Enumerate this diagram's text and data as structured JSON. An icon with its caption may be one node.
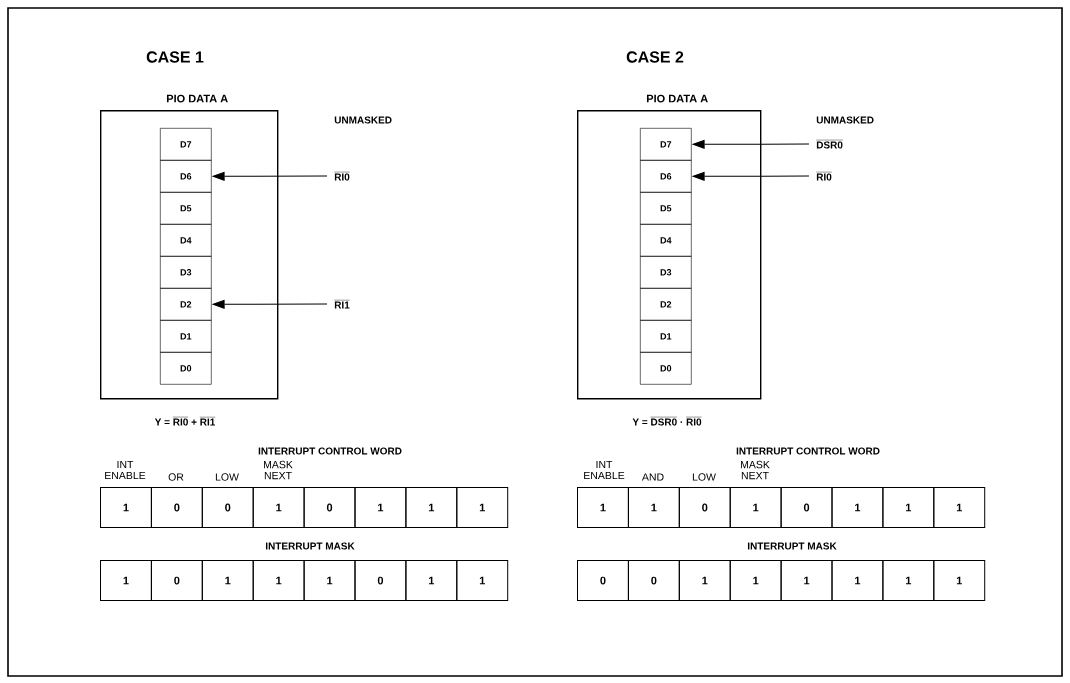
{
  "diagram": {
    "nodes": [
      {
        "text": [
          "PIO DATA A"
        ]
      },
      {
        "text": [
          "D7"
        ],
        "in": 0
      },
      {
        "text": [
          "D6"
        ],
        "in": 0
      },
      {
        "text": [
          "D5"
        ],
        "in": 0
      },
      {
        "text": [
          "D4"
        ],
        "in": 0
      },
      {
        "text": [
          "D3"
        ],
        "in": 0
      },
      {
        "text": [
          "D2"
        ],
        "in": 0
      },
      {
        "text": [
          "D1"
        ],
        "in": 0
      },
      {
        "text": [
          "D0"
        ],
        "in": 0
      },
      {
        "text": [
          "\\overline{\\textbf{RI0}}"
        ]
      },
      {
        "text": [
          "\\overline{\\textbf{RI1}}"
        ]
      },
      {
        "text": [
          "1"
        ]
      },
      {
        "text": [
          "0"
        ]
      },
      {
        "text": [
          "0"
        ]
      },
      {
        "text": [
          "1"
        ]
      },
      {
        "text": [
          "0"
        ]
      },
      {
        "text": [
          "1"
        ]
      },
      {
        "text": [
          "1"
        ]
      },
      {
        "text": [
          "1"
        ]
      },
      {
        "text": [
          "1"
        ]
      },
      {
        "text": [
          "0"
        ]
      },
      {
        "text": [
          "1"
        ]
      },
      {
        "text": [
          "1"
        ]
      },
      {
        "text": [
          "1"
        ]
      },
      {
        "text": [
          "0"
        ]
      },
      {
        "text": [
          "1"
        ]
      },
      {
        "text": [
          "1"
        ]
      },
      {
        "text": [
          "PIO DATA A"
        ]
      },
      {
        "text": [
          "D7"
        ],
        "in": 27
      },
      {
        "text": [
          "D6"
        ],
        "in": 27
      },
      {
        "text": [
          "D5"
        ],
        "in": 27
      },
      {
        "text": [
          "D4"
        ],
        "in": 27
      },
      {
        "text": [
          "D3"
        ],
        "in": 27
      },
      {
        "text": [
          "D2"
        ],
        "in": 27
      },
      {
        "text": [
          "D1"
        ],
        "in": 27
      },
      {
        "text": [
          "D0"
        ],
        "in": 27
      },
      {
        "text": [
          "\\overline{\\textbf{DSR0}}"
        ]
      },
      {
        "text": [
          "\\overline{\\textbf{RI0}}"
        ]
      },
      {
        "text": [
          "1"
        ]
      },
      {
        "text": [
          "1"
        ]
      },
      {
        "text": [
          "0"
        ]
      },
      {
        "text": [
          "1"
        ]
      },
      {
        "text": [
          "0"
        ]
      },
      {
        "text": [
          "1"
        ]
      },
      {
        "text": [
          "1"
        ]
      },
      {
        "text": [
          "1"
        ]
      },
      {
        "text": [
          "0"
        ]
      },
      {
        "text": [
          "0"
        ]
      },
      {
        "text": [
          "1"
        ]
      },
      {
        "text": [
          "1"
        ]
      },
      {
        "text": [
          "1"
        ]
      },
      {
        "text": [
          "1"
        ]
      },
      {
        "text": [
          "1"
        ]
      },
      {
        "text": [
          "1"
        ]
      }
    ],
    "edges": [
      {
        "from": 9,
        "to": 2,
        "arrow": "to"
      },
      {
        "from": 10,
        "to": 6,
        "arrow": "to"
      },
      {
        "from": 36,
        "to": 28,
        "arrow": "to"
      },
      {
        "from": 37,
        "to": 29,
        "arrow": "to"
      }
    ],
    "labels": [
      "CASE 1",
      "CASE 2",
      "UNMASKED",
      "UNMASKED",
      "\\textbf{Y = }\\overline{\\textbf{RI0}}\\textbf{ + }\\overline{\\textbf{RI1}}",
      "\\textbf{Y = }\\overline{\\textbf{DSR0}}\\textbf{ · }\\overline{\\textbf{RI0}}",
      "INTERRUPT CONTROL WORD",
      "INTERRUPT CONTROL WORD",
      "INT ENABLE",
      "OR",
      "LOW",
      "MASK NEXT",
      "INT ENABLE",
      "AND",
      "LOW",
      "MASK NEXT",
      "INTERRUPT MASK",
      "INTERRUPT MASK"
    ]
  }
}
